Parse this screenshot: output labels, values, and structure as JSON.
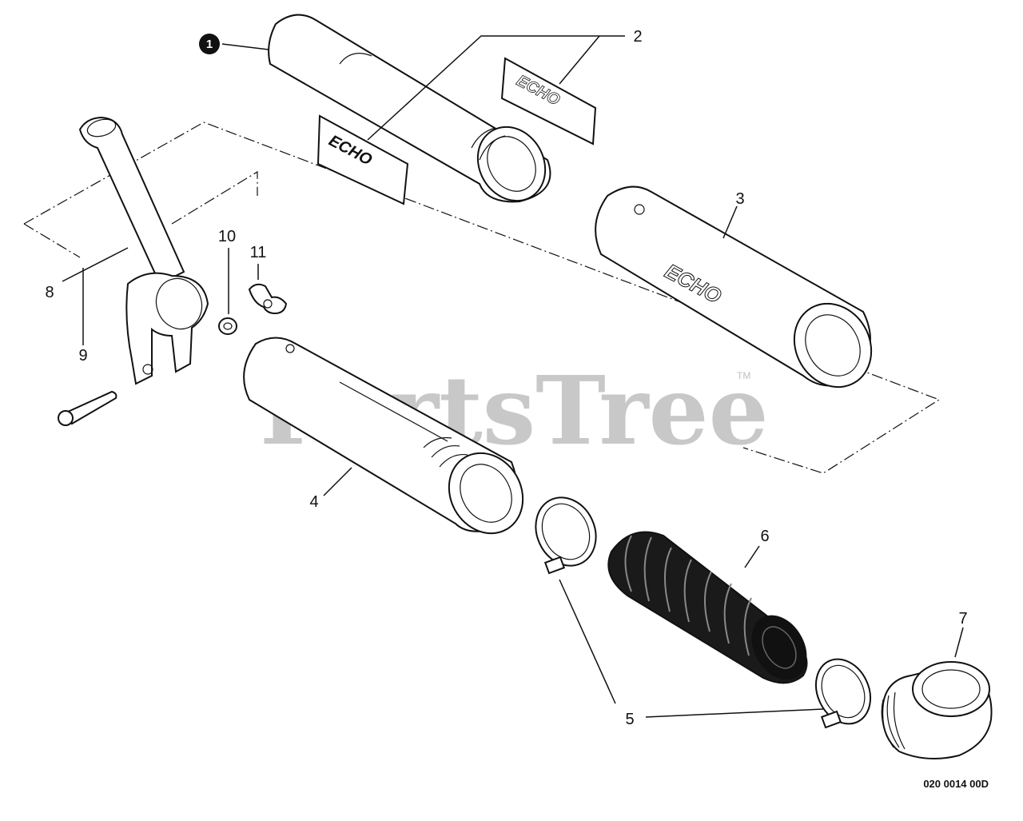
{
  "diagram": {
    "watermark": "PartsTree",
    "trademark": "TM",
    "document_number": "020 0014 00D",
    "decal_brand": "ECHO",
    "callouts": [
      {
        "id": "1",
        "label": "1",
        "style": "filled"
      },
      {
        "id": "2",
        "label": "2"
      },
      {
        "id": "3",
        "label": "3"
      },
      {
        "id": "4",
        "label": "4"
      },
      {
        "id": "5",
        "label": "5"
      },
      {
        "id": "6",
        "label": "6"
      },
      {
        "id": "7",
        "label": "7"
      },
      {
        "id": "8",
        "label": "8"
      },
      {
        "id": "9",
        "label": "9"
      },
      {
        "id": "10",
        "label": "10"
      },
      {
        "id": "11",
        "label": "11"
      }
    ],
    "colors": {
      "line": "#111111",
      "watermark": "#c8c8c8",
      "hose": "#1a1a1a",
      "background": "#ffffff"
    }
  }
}
